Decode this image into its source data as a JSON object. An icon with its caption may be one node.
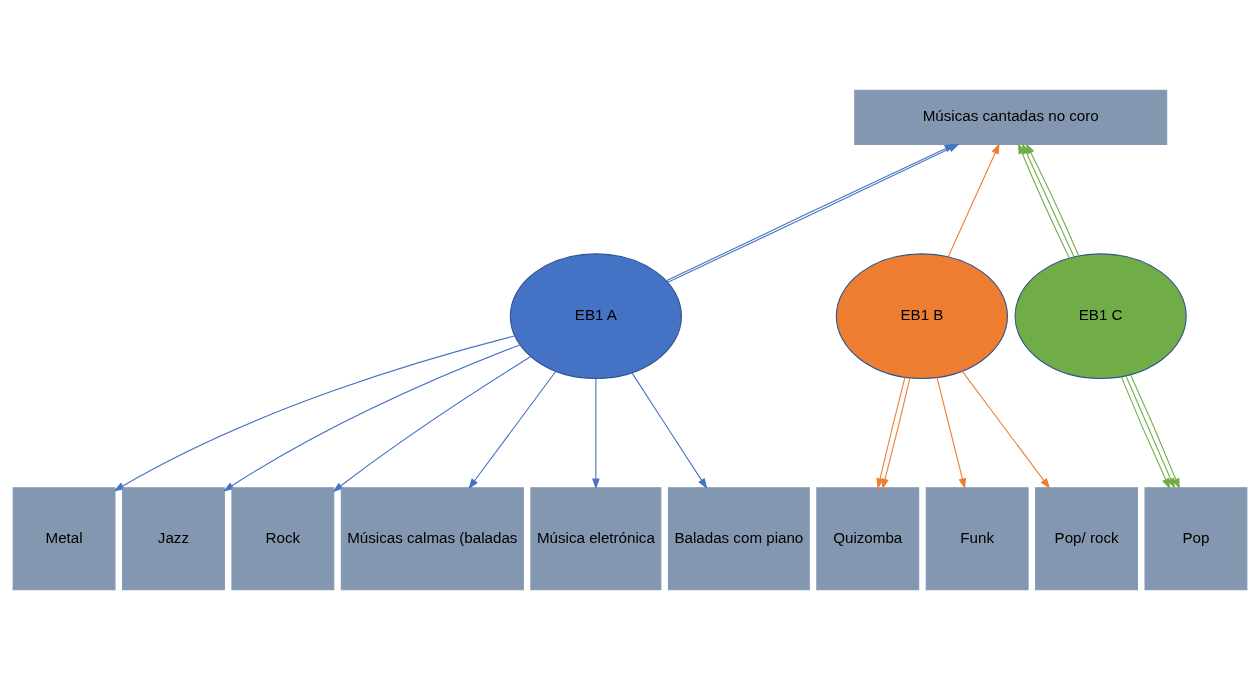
{
  "diagram": {
    "nodes": [
      {
        "text": [
          "Músicas cantadas no coro"
        ]
      },
      {
        "text": [
          "EB1 A"
        ]
      },
      {
        "text": [
          "EB1 B"
        ]
      },
      {
        "text": [
          "EB1 C"
        ]
      },
      {
        "text": [
          "Metal"
        ]
      },
      {
        "text": [
          "Jazz"
        ]
      },
      {
        "text": [
          "Rock"
        ]
      },
      {
        "text": [
          "Músicas calmas (baladas"
        ]
      },
      {
        "text": [
          "Música eletrónica"
        ]
      },
      {
        "text": [
          "Baladas com piano"
        ]
      },
      {
        "text": [
          "Quizomba"
        ]
      },
      {
        "text": [
          "Funk"
        ]
      },
      {
        "text": [
          "Pop/ rock"
        ]
      },
      {
        "text": [
          "Pop"
        ]
      }
    ],
    "edges": [
      {
        "from": 1,
        "to": 0,
        "arrow": "to"
      },
      {
        "from": 1,
        "to": 0,
        "arrow": "to"
      },
      {
        "from": 2,
        "to": 0,
        "arrow": "to",
        "color": "#ed7d31"
      },
      {
        "from": 3,
        "to": 0,
        "arrow": "to",
        "color": "#70ad47"
      },
      {
        "from": 3,
        "to": 0,
        "arrow": "to",
        "color": "#70ad47"
      },
      {
        "from": 3,
        "to": 0,
        "arrow": "to",
        "color": "#70ad47"
      },
      {
        "from": 1,
        "to": 4,
        "arrow": "to"
      },
      {
        "from": 1,
        "to": 5,
        "arrow": "to"
      },
      {
        "from": 1,
        "to": 6,
        "arrow": "to"
      },
      {
        "from": 1,
        "to": 7,
        "arrow": "to"
      },
      {
        "from": 1,
        "to": 8,
        "arrow": "to"
      },
      {
        "from": 1,
        "to": 9,
        "arrow": "to"
      },
      {
        "from": 2,
        "to": 10,
        "arrow": "to",
        "color": "#ed7d31"
      },
      {
        "from": 2,
        "to": 10,
        "arrow": "to",
        "color": "#ed7d31"
      },
      {
        "from": 2,
        "to": 11,
        "arrow": "to",
        "color": "#ed7d31"
      },
      {
        "from": 2,
        "to": 12,
        "arrow": "to",
        "color": "#ed7d31"
      },
      {
        "from": 3,
        "to": 13,
        "arrow": "to",
        "color": "#70ad47"
      },
      {
        "from": 3,
        "to": 13,
        "arrow": "to",
        "color": "#70ad47"
      },
      {
        "from": 3,
        "to": 13,
        "arrow": "to",
        "color": "#70ad47"
      }
    ]
  }
}
